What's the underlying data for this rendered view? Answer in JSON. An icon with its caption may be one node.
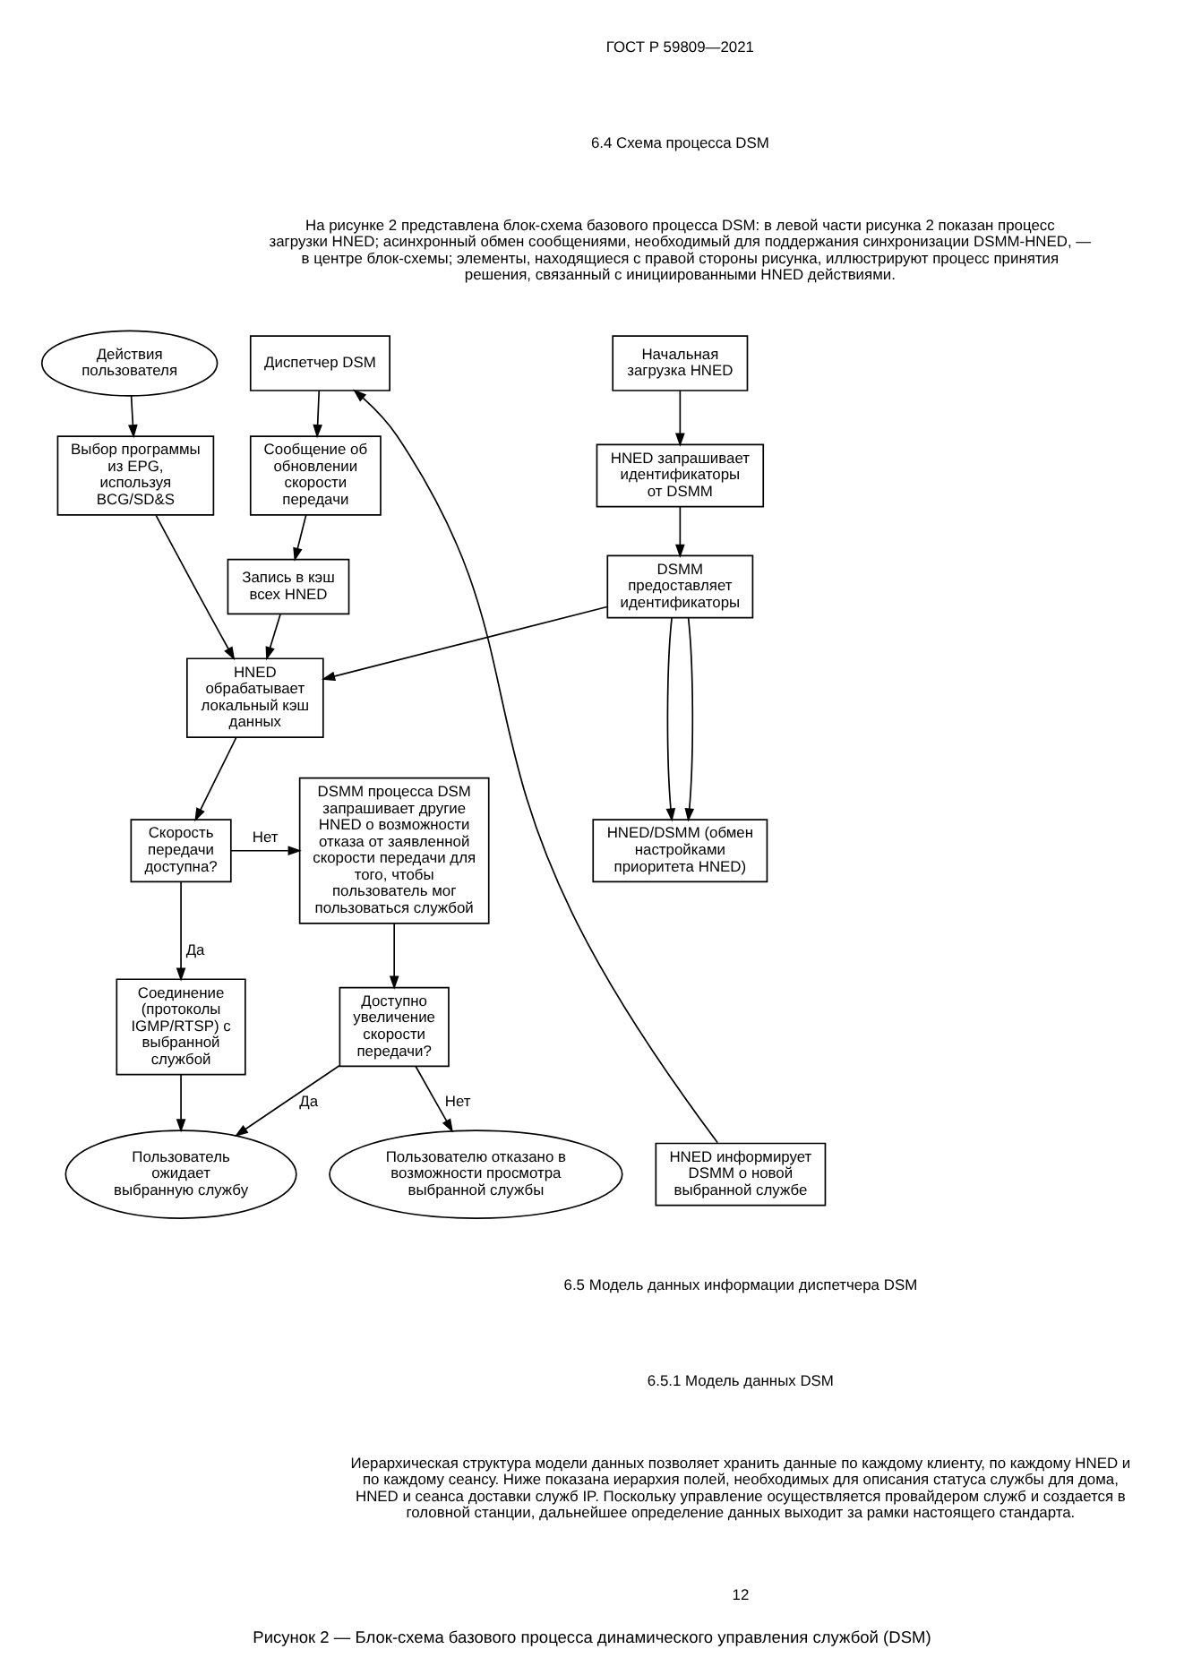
{
  "diagram": {
    "caption": "Рисунок 2 — Блок-схема базового процесса динамического управления службой (DSM)",
    "nodes": [
      {
        "text": [
          "Начальная загрузка HNED"
        ]
      },
      {
        "text": [
          "Диспетчер DSM"
        ]
      },
      {
        "text": [
          "Действия пользователя"
        ]
      },
      {
        "text": [
          "HNED запрашивает идентификаторы от DSMM"
        ]
      },
      {
        "text": [
          "Сообщение об обновлении скорости передачи"
        ]
      },
      {
        "text": [
          "Выбор программы из EPG, используя BCG/SD&S"
        ]
      },
      {
        "text": [
          "DSMM предоставляет идентификаторы"
        ]
      },
      {
        "text": [
          "Запись в кэш всех HNED"
        ]
      },
      {
        "text": [
          "HNED обрабатывает локальный кэш данных"
        ]
      },
      {
        "text": [
          "DSMM процесса DSM запрашивает другие HNED о возможности отказа от заявленной скорости передачи для того, чтобы пользователь мог пользоваться службой"
        ]
      },
      {
        "text": [
          "HNED/DSMM (обмен настройками приоритета HNED)"
        ]
      },
      {
        "text": [
          "Скорость передачи доступна?"
        ]
      },
      {
        "text": [
          "Соединение (протоколы IGMP/RTSP) с выбранной службой"
        ]
      },
      {
        "text": [
          "Доступно увеличение скорости передачи?"
        ]
      },
      {
        "text": [
          "HNED информирует DSMM о новой выбранной службе"
        ]
      },
      {
        "text": [
          "Пользователь ожидает выбранную службу"
        ]
      },
      {
        "text": [
          "Пользователю отказано в возможности просмотра выбранной службы"
        ]
      }
    ],
    "edges": [
      {
        "from": 0,
        "to": 3,
        "arrow": "to"
      },
      {
        "from": 3,
        "to": 6,
        "arrow": "to"
      },
      {
        "from": 6,
        "to": 10,
        "arrow": "to"
      },
      {
        "from": 1,
        "to": 4,
        "arrow": "to"
      },
      {
        "from": 4,
        "to": 7,
        "arrow": "to"
      },
      {
        "from": 7,
        "to": 8,
        "arrow": "to"
      },
      {
        "from": 6,
        "to": 8,
        "arrow": "to"
      },
      {
        "from": 6,
        "to": 10,
        "arrow": "to"
      },
      {
        "from": 2,
        "to": 5,
        "arrow": "to"
      },
      {
        "from": 5,
        "to": 8,
        "arrow": "to"
      },
      {
        "from": 8,
        "to": 11,
        "arrow": "to"
      },
      {
        "from": 11,
        "to": 9,
        "arrow": "to",
        "label": "Нет"
      },
      {
        "from": 11,
        "to": 12,
        "arrow": "to",
        "label": "Да"
      },
      {
        "from": 12,
        "to": 15,
        "arrow": "to"
      },
      {
        "from": 9,
        "to": 13,
        "arrow": "to"
      },
      {
        "from": 13,
        "to": 15,
        "arrow": "to",
        "label": "Да"
      },
      {
        "from": 13,
        "to": 16,
        "arrow": "to",
        "label": "Нет"
      },
      {
        "from": 14,
        "to": 1,
        "arrow": "to"
      }
    ],
    "labels": [
      "ГОСТ Р 59809—2021",
      "6.4 Схема процесса DSM",
      "На рисунке 2 представлена блок-схема базового процесса DSM: в левой части рисунка 2 показан процесс загрузки HNED; асинхронный обмен сообщениями, необходимый для поддержания синхронизации DSMM-HNED, — в центре блок-схемы; элементы, находящиеся с правой стороны рисунка, иллюстрируют процесс принятия решения, связанный с инициированными HNED действиями.",
      "6.5 Модель данных информации диспетчера DSM",
      "6.5.1 Модель данных DSM",
      "Иерархическая структура модели данных позволяет хранить данные по каждому клиенту, по каждому HNED и по каждому сеансу. Ниже показана иерархия полей, необходимых для описания статуса службы для дома, HNED и сеанса доставки служб IP. Поскольку управление осуществляется провайдером служб и создается в головной станции, дальнейшее определение данных выходит за рамки настоящего стандарта.",
      "12"
    ]
  }
}
